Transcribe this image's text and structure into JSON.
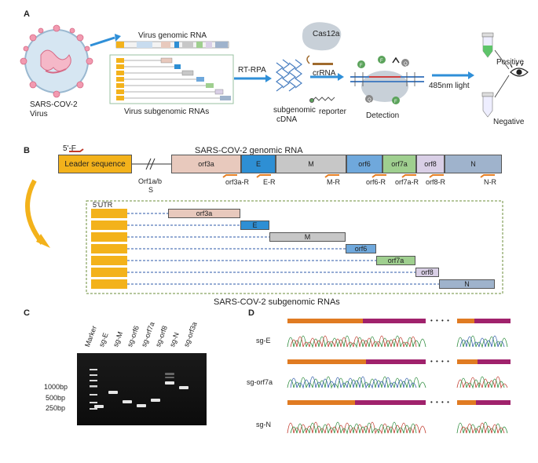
{
  "panels": {
    "a": "A",
    "b": "B",
    "c": "C",
    "d": "D"
  },
  "a": {
    "virus_label_1": "SARS-COV-2",
    "virus_label_2": "Virus",
    "genomic_rna": "Virus genomic RNA",
    "subgenomic_rnas": "Virus subgenomic RNAs",
    "rt_rpa": "RT-RPA",
    "cdna_1": "subgenomic",
    "cdna_2": "cDNA",
    "cas12a": "Cas12a",
    "crrna": "crRNA",
    "reporter": "reporter",
    "detection": "Detection",
    "light": "485nm light",
    "positive": "Positive",
    "negative": "Negative"
  },
  "b": {
    "primer_f": "5'-F",
    "genome_title": "SARS-COV-2  genomic RNA",
    "leader": "Leader sequence",
    "orf1ab_1": "Orf1a/b",
    "orf1ab_2": "S",
    "genes": [
      {
        "name": "orf3a",
        "color": "#e8c9bd"
      },
      {
        "name": "E",
        "color": "#2e8fd4"
      },
      {
        "name": "M",
        "color": "#c7c7c7"
      },
      {
        "name": "orf6",
        "color": "#6fa8dc"
      },
      {
        "name": "orf7a",
        "color": "#9fcf8f"
      },
      {
        "name": "orf8",
        "color": "#d9cfe6"
      },
      {
        "name": "N",
        "color": "#9fb3cc"
      }
    ],
    "reverse_primers": [
      "orf3a-R",
      "E-R",
      "M-R",
      "orf6-R",
      "orf7a-R",
      "orf8-R",
      "N-R"
    ],
    "utr": "5'UTR",
    "sub_rows": [
      "orf3a",
      "E",
      "M",
      "orf6",
      "orf7a",
      "orf8",
      "N"
    ],
    "subgenomic_title": "SARS-COV-2  subgenomic RNAs"
  },
  "c": {
    "lanes": [
      "Marker",
      "sg-E",
      "sg-M",
      "sg-orf6",
      "sg-orf7a",
      "sg-orf8",
      "sg-N",
      "sg-orf3a"
    ],
    "ladder": [
      "1000bp",
      "500bp",
      "250bp"
    ]
  },
  "d": {
    "rows": [
      "sg-E",
      "sg-orf7a",
      "sg-N"
    ],
    "ellipsis": "• • • •"
  }
}
